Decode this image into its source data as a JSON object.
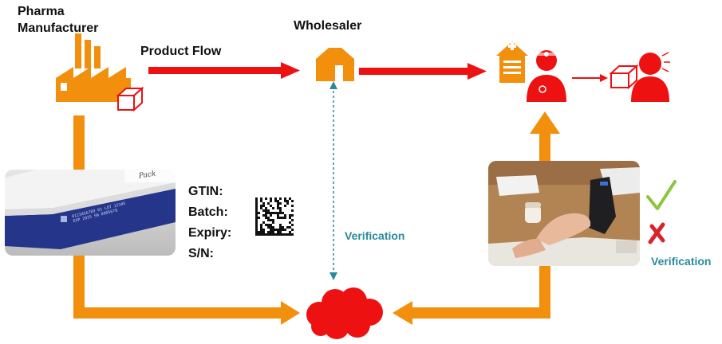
{
  "title_manufacturer_line1": "Pharma",
  "title_manufacturer_line2": "Manufacturer",
  "title_flow": "Product Flow",
  "title_wholesaler": "Wholesaler",
  "identifiers": [
    "GTIN:",
    "Batch:",
    "Expiry:",
    "S/N:"
  ],
  "verification_center": "Verification",
  "verification_right": "Verification",
  "pack_printed_text": "Pack",
  "colors": {
    "orange": "#f2900d",
    "red": "#ee1111",
    "teal": "#2b8a9a",
    "check_green": "#8cc63f",
    "cross_red": "#d9222a"
  },
  "icons": [
    "factory-icon",
    "box-icon",
    "warehouse-icon",
    "pharmacy-icon",
    "doctor-icon",
    "patient-icon",
    "cloud-icon",
    "datamatrix-icon",
    "check-icon",
    "cross-icon"
  ]
}
